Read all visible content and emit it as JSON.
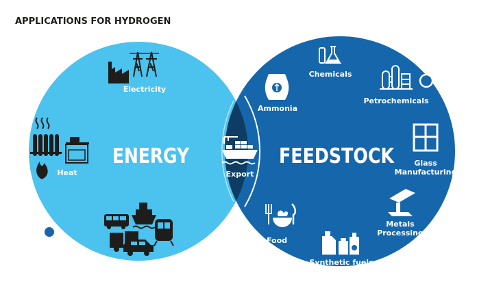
{
  "title": "APPLICATIONS FOR HYDROGEN",
  "energy": {
    "heading": "ENERGY",
    "items": [
      "Electricity",
      "Heat",
      "Transport"
    ]
  },
  "feedstock": {
    "heading": "FEEDSTOCK",
    "items": [
      "Ammonia",
      "Chemicals",
      "Petrochemicals",
      "Glass",
      "Manufacturing",
      "Metals",
      "Processing",
      "Food",
      "Synthetic fuels"
    ]
  },
  "overlap": {
    "label": "Export"
  },
  "icons": {
    "electricity": "power-plant-and-pylons-icon",
    "heat": "radiator-stove-flame-icon",
    "transport": "ship-bus-train-truck-car-icon",
    "export": "cargo-ship-crane-icon",
    "ammonia": "fertilizer-sack-icon",
    "chemicals": "flask-and-beaker-icon",
    "petrochemicals": "refinery-icon",
    "glass": "window-icon",
    "metals": "steel-beam-icon",
    "food": "plate-fork-knife-icon",
    "synthetic_fuels": "fuel-canisters-icon"
  },
  "colors": {
    "energy": "#4cc2ee",
    "feedstock": "#1566ab",
    "overlap": "#0e3c63",
    "dots": "#1566ab",
    "icon_dark": "#1d1d1b",
    "icon_light": "#ffffff"
  }
}
